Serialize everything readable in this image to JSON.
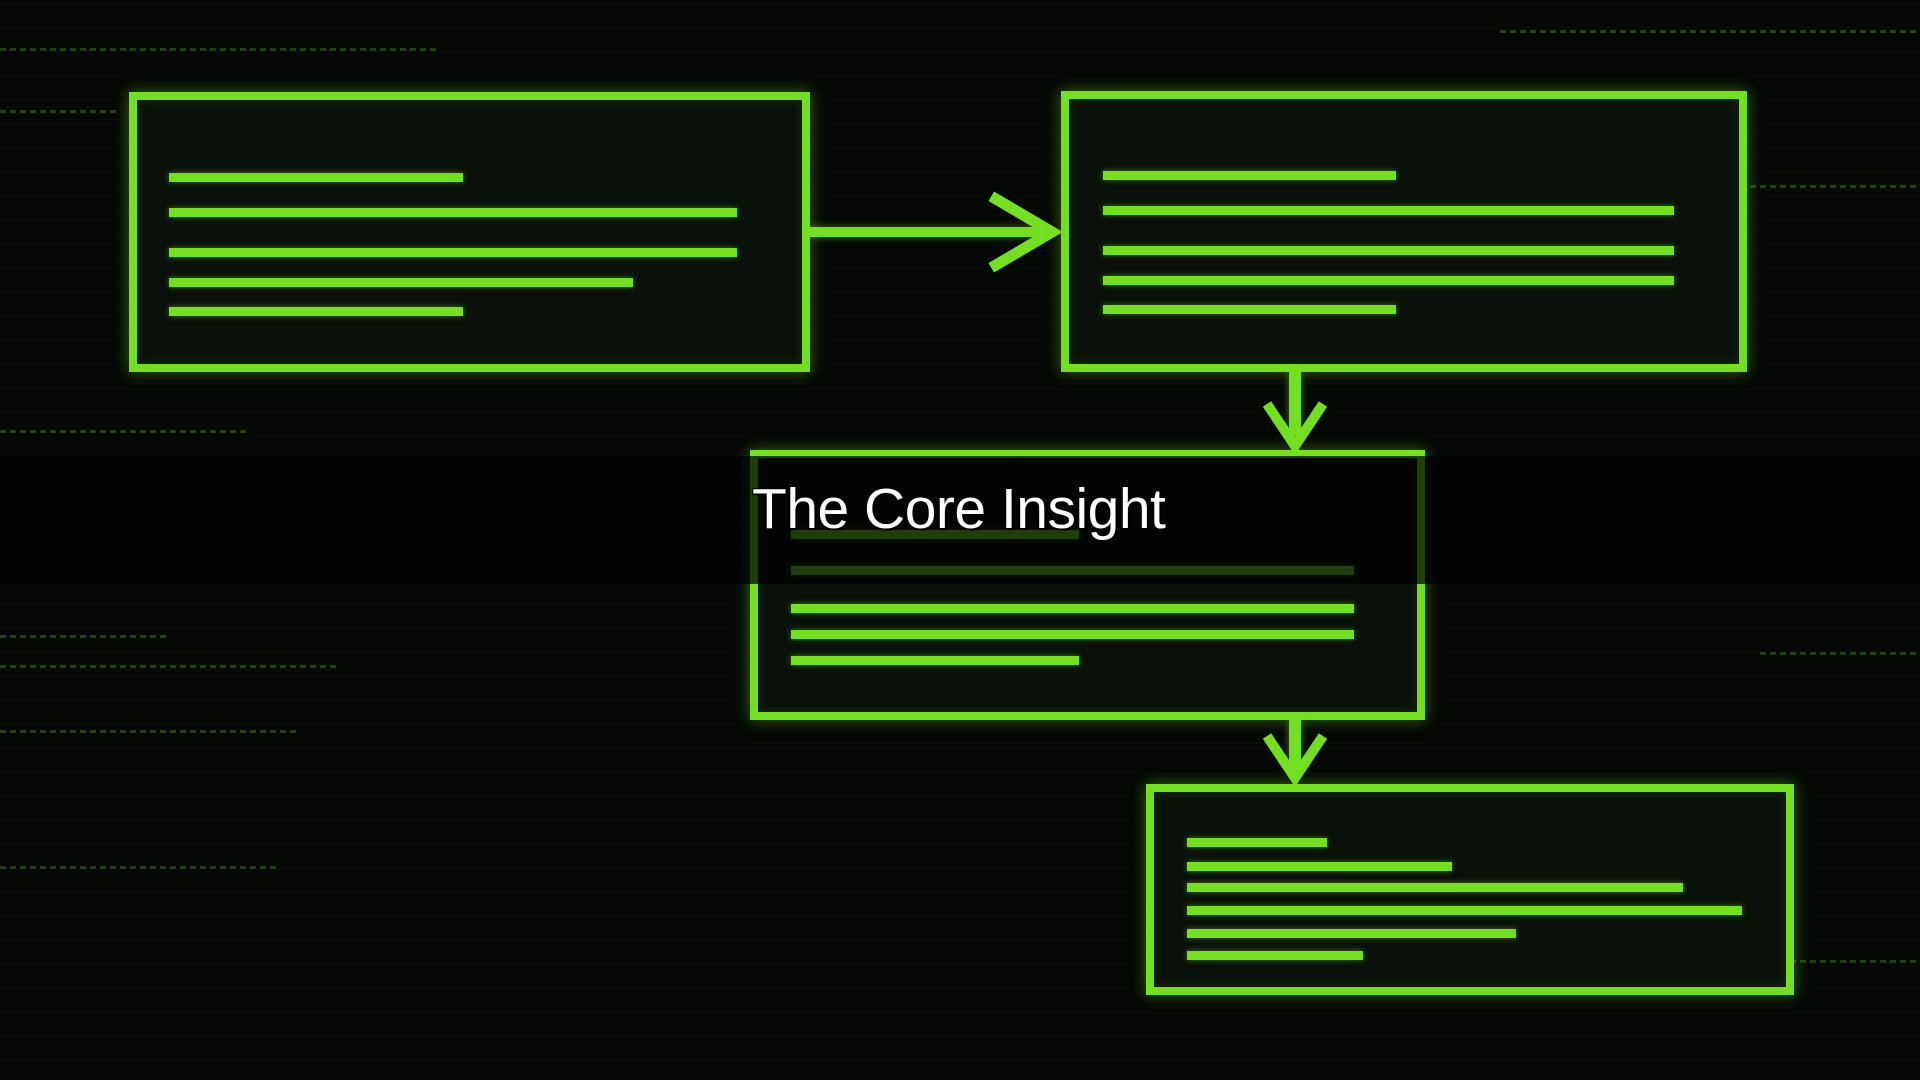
{
  "caption": {
    "text": "The Core Insight"
  },
  "colors": {
    "accent": "#74df22",
    "background": "#050805",
    "caption_text": "#ffffff"
  },
  "diagram": {
    "type": "flowchart",
    "nodes": [
      {
        "id": "box-1",
        "label": "",
        "bars": 5
      },
      {
        "id": "box-2",
        "label": "",
        "bars": 5
      },
      {
        "id": "box-3",
        "label": "",
        "bars": 5
      },
      {
        "id": "box-4",
        "label": "",
        "bars": 6
      }
    ],
    "edges": [
      {
        "from": "box-1",
        "to": "box-2",
        "direction": "right"
      },
      {
        "from": "box-2",
        "to": "box-3",
        "direction": "down"
      },
      {
        "from": "box-3",
        "to": "box-4",
        "direction": "down"
      }
    ]
  }
}
